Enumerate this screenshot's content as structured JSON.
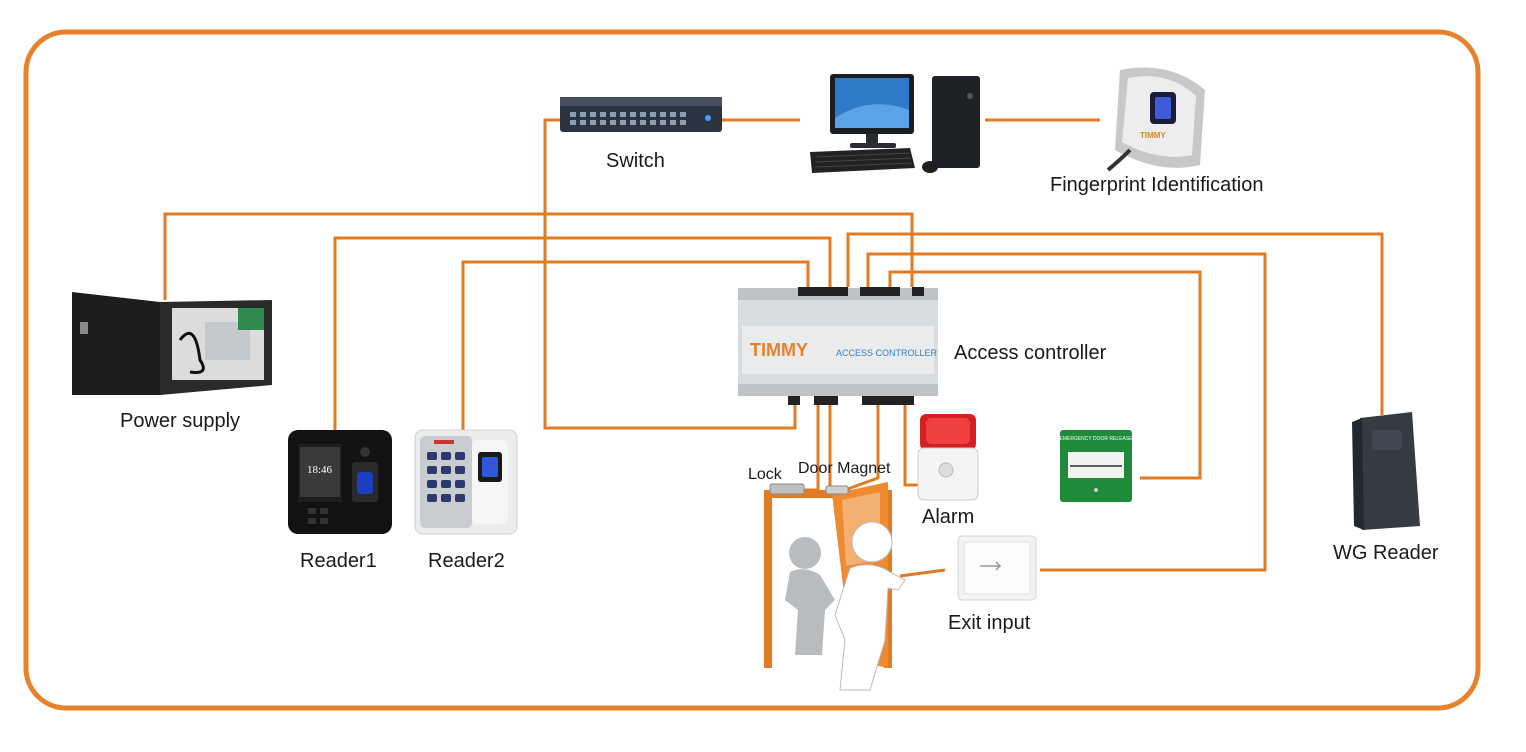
{
  "labels": {
    "switch": "Switch",
    "fingerprint": "Fingerprint Identification",
    "power_supply": "Power supply",
    "access_controller": "Access controller",
    "reader1": "Reader1",
    "reader2": "Reader2",
    "lock": "Lock",
    "door_magnet": "Door Magnet",
    "alarm": "Alarm",
    "exit_input": "Exit input",
    "wg_reader": "WG Reader"
  },
  "device_text": {
    "controller_brand": "TIMMY",
    "controller_model": "ACCESS CONTROLLER",
    "reader_clock": "18:46",
    "fingerprint_brand": "TIMMY",
    "emergency_title": "EMERGENCY DOOR RELEASE"
  },
  "colors": {
    "frame": "#e8822a",
    "wire": "#e07b24",
    "door": "#e07b24"
  },
  "icons": [
    "switch-icon",
    "computer-icon",
    "fingerprint-scanner-icon",
    "power-supply-icon",
    "controller-icon",
    "reader1-icon",
    "reader2-icon",
    "lock-icon",
    "door-icon",
    "alarm-icon",
    "emergency-release-icon",
    "exit-button-icon",
    "wg-reader-icon",
    "person-icon"
  ]
}
